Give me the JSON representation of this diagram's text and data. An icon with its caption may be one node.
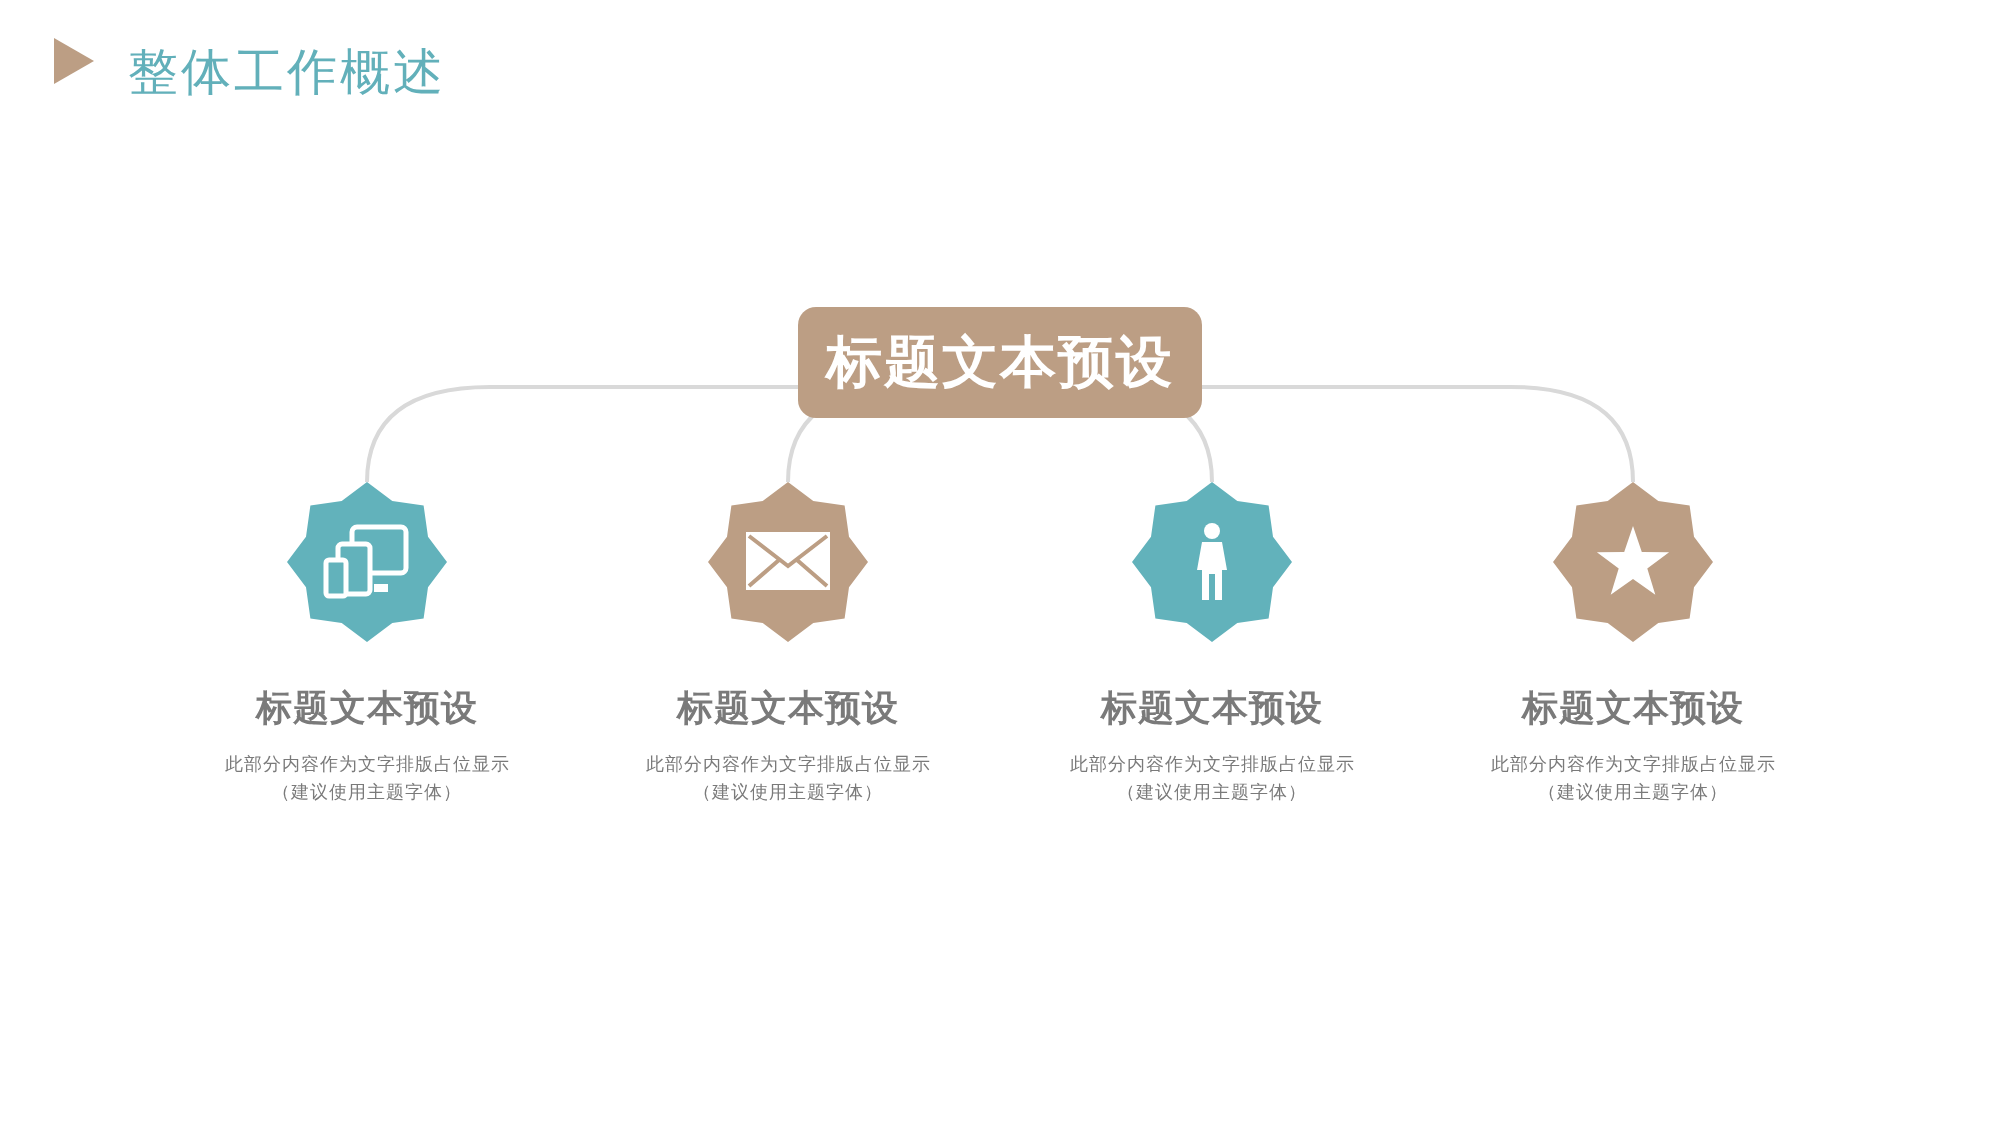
{
  "diagram": {
    "title": "整体工作概述",
    "nodes": [
      {
        "text": [
          "标题文本预设"
        ]
      },
      {
        "text": [
          "标题文本预设",
          "此部分内容作为文字排版占位显示（建议使用主题字体）"
        ]
      },
      {
        "text": [
          "标题文本预设",
          "此部分内容作为文字排版占位显示（建议使用主题字体）"
        ]
      },
      {
        "text": [
          "标题文本预设",
          "此部分内容作为文字排版占位显示（建议使用主题字体）"
        ]
      },
      {
        "text": [
          "标题文本预设",
          "此部分内容作为文字排版占位显示（建议使用主题字体）"
        ]
      }
    ],
    "edges": [
      {
        "from": 0,
        "to": 1,
        "arrow": "none"
      },
      {
        "from": 0,
        "to": 2,
        "arrow": "none"
      },
      {
        "from": 0,
        "to": 3,
        "arrow": "none"
      },
      {
        "from": 0,
        "to": 4,
        "arrow": "none"
      }
    ]
  }
}
